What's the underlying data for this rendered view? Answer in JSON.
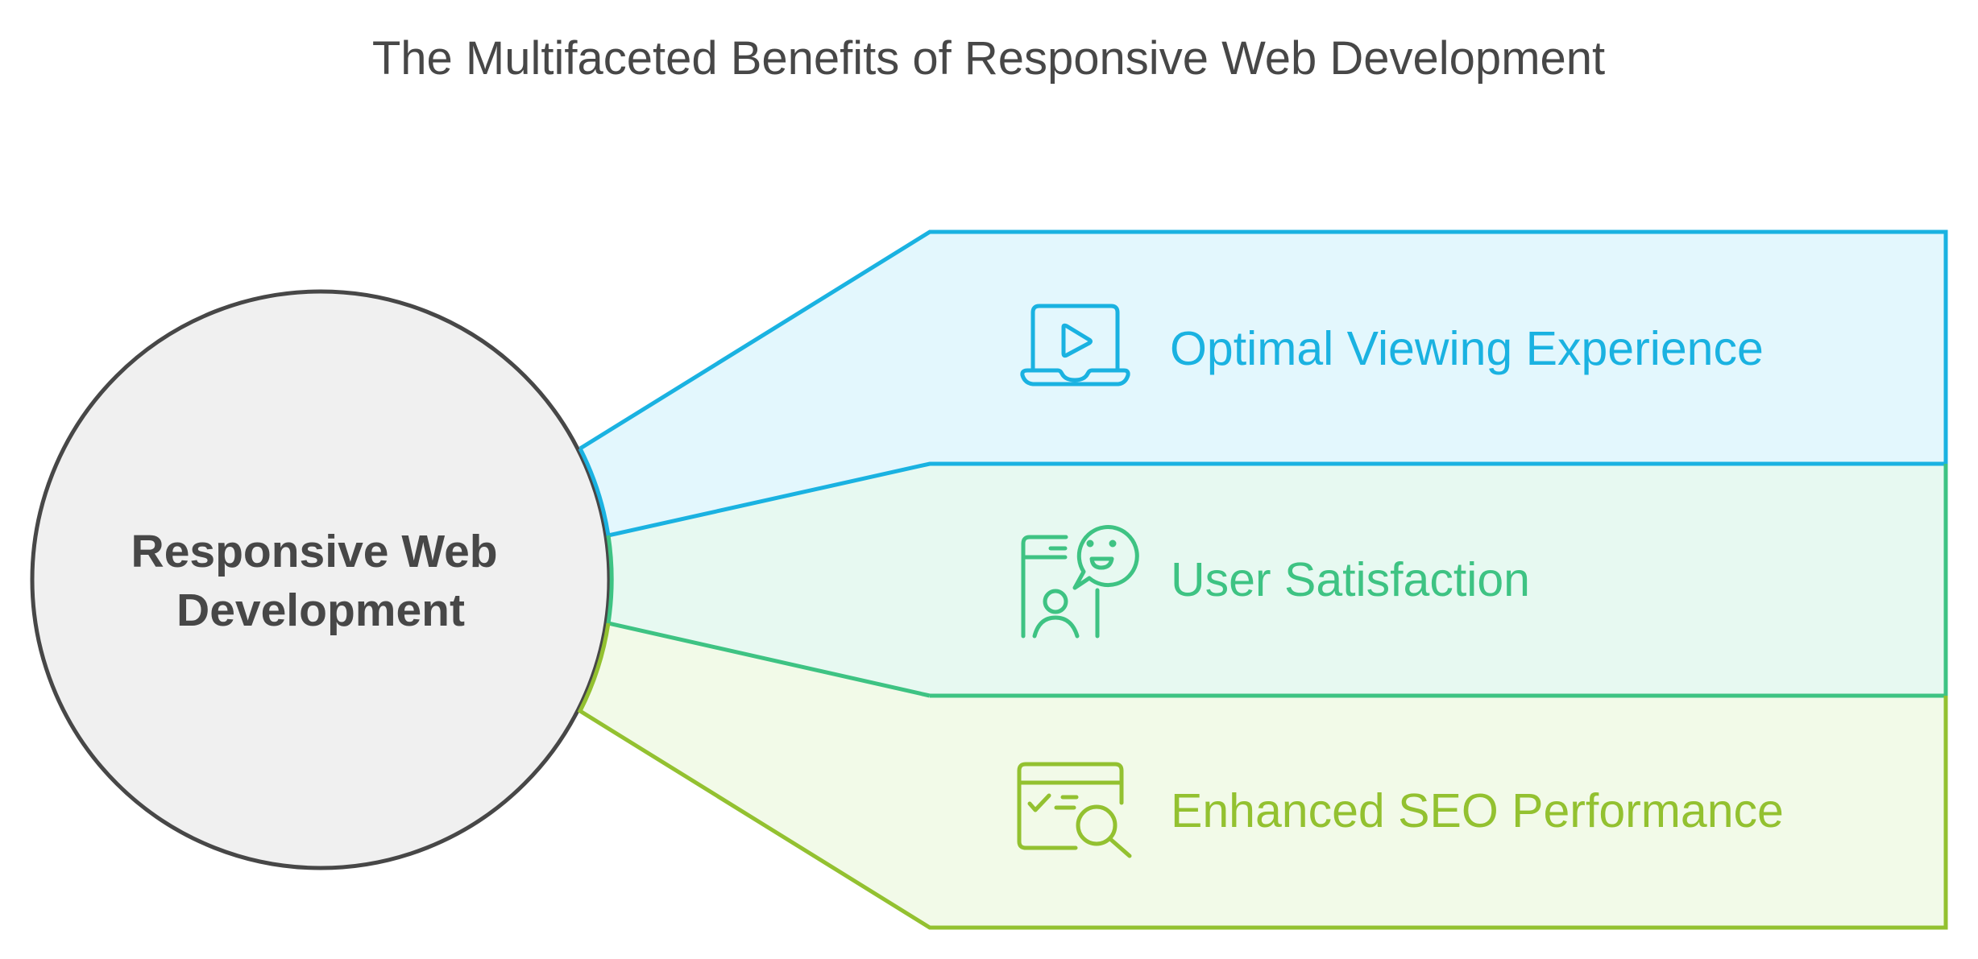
{
  "title": "The Multifaceted Benefits of Responsive Web Development",
  "center": {
    "lines": [
      "Responsive Web",
      "Development"
    ],
    "fill": "#F0F0F0",
    "stroke": "#474747",
    "text_color": "#474747"
  },
  "branches": [
    {
      "label": "Optimal Viewing Experience",
      "icon": "laptop-play-icon",
      "stroke": "#1AB2E1",
      "fill": "#E3F7FD"
    },
    {
      "label": "User Satisfaction",
      "icon": "phone-user-smiley-icon",
      "stroke": "#3EC383",
      "fill": "#E7F9F1"
    },
    {
      "label": "Enhanced SEO Performance",
      "icon": "browser-search-check-icon",
      "stroke": "#93C130",
      "fill": "#F2FAE8"
    }
  ]
}
